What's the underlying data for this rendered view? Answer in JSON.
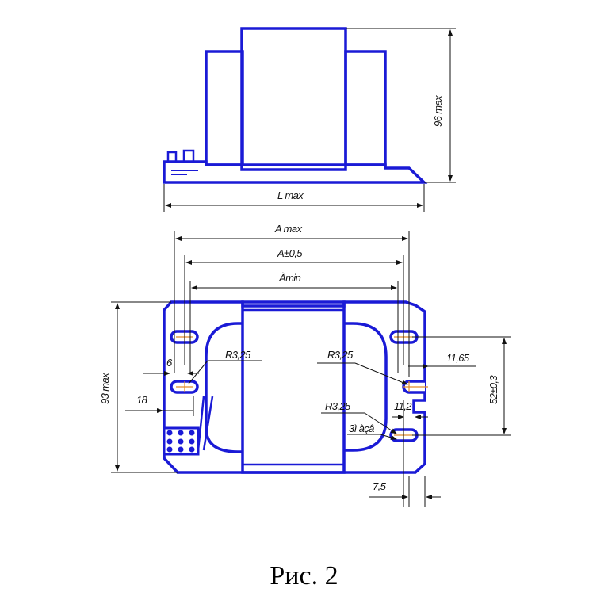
{
  "dimensions": {
    "height_96": "96 max",
    "length": "L max",
    "a_max": "A max",
    "a_tol": "A±0,5",
    "a_min": "Àmin",
    "height_93": "93 max",
    "dim_6": "6",
    "dim_18": "18",
    "r_left": "R3,25",
    "r_right_top": "R3,25",
    "r_right_bottom": "R3,25",
    "dim_1165": "11,65",
    "dim_52": "52±0,3",
    "dim_112": "11,2",
    "holes_note": "3ì àçâ",
    "dim_75": "7,5"
  },
  "caption": "Рис. 2",
  "colors": {
    "outline": "#1a1ad6",
    "hole_fill": "#ffffff",
    "center_mark": "#e08a2a",
    "dim_line": "#111111"
  }
}
